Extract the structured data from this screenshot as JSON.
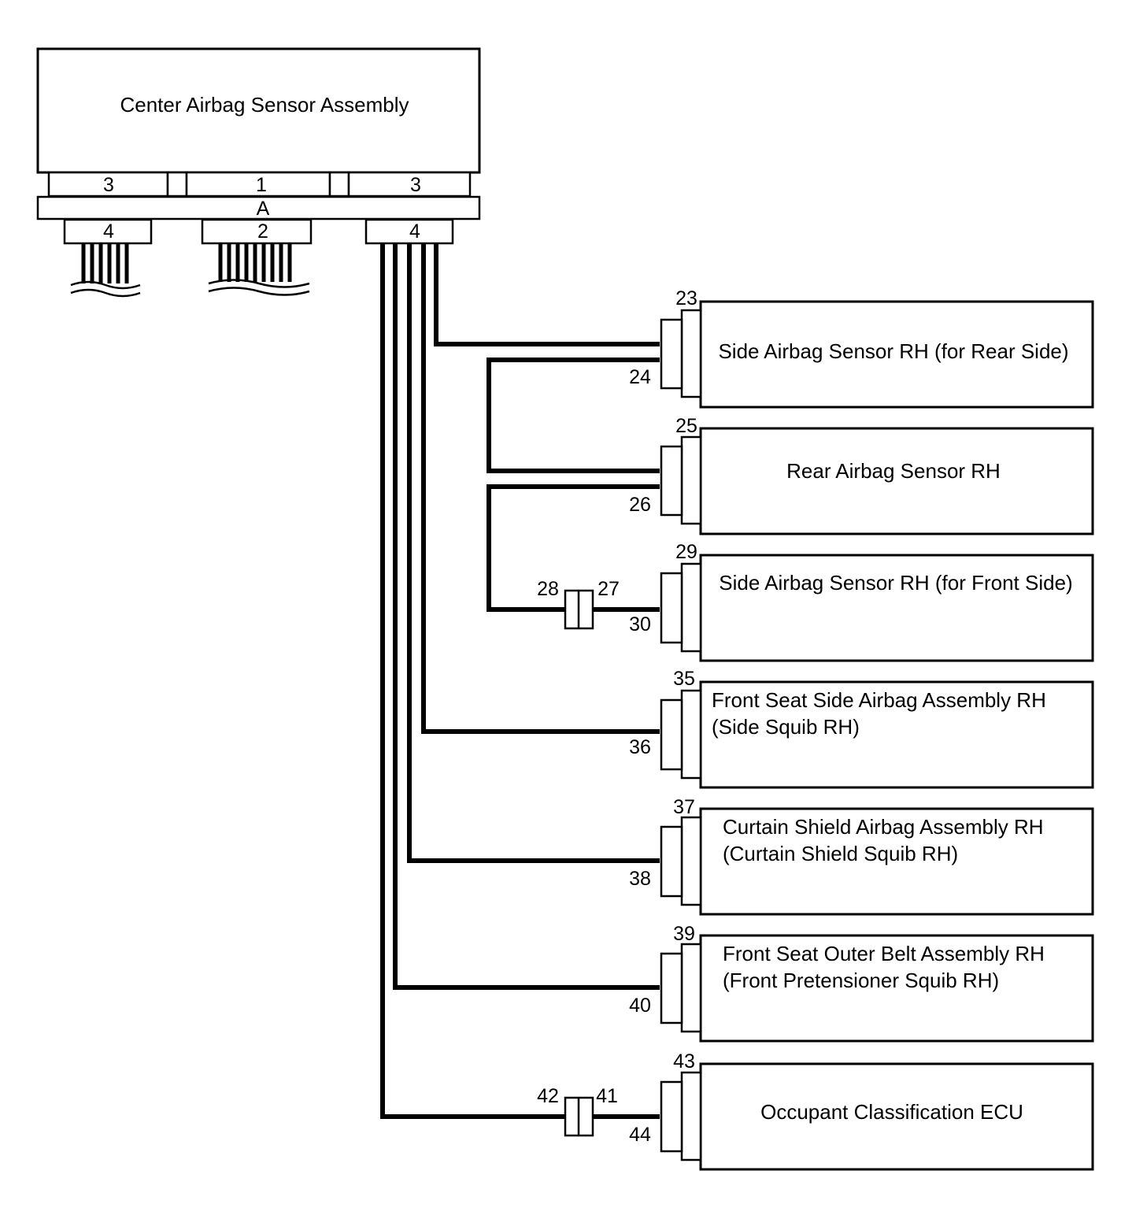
{
  "main_unit": {
    "title": "Center Airbag Sensor Assembly",
    "top_connectors": [
      "3",
      "1",
      "3"
    ],
    "bar_label": "A",
    "bottom_connectors": [
      "4",
      "2",
      "4"
    ]
  },
  "components": [
    {
      "id": "side-rear",
      "lines": [
        "Side Airbag Sensor RH (for Rear Side)"
      ],
      "pin_top": "23",
      "pin_bottom": "24"
    },
    {
      "id": "rear",
      "lines": [
        "Rear Airbag Sensor RH"
      ],
      "pin_top": "25",
      "pin_bottom": "26"
    },
    {
      "id": "side-front",
      "lines": [
        "Side Airbag Sensor RH (for Front Side)"
      ],
      "pin_top": "29",
      "pin_bottom": "30"
    },
    {
      "id": "front-seat-side",
      "lines": [
        "Front Seat Side Airbag Assembly RH",
        "(Side Squib RH)"
      ],
      "pin_top": "35",
      "pin_bottom": "36"
    },
    {
      "id": "curtain",
      "lines": [
        "Curtain Shield Airbag Assembly RH",
        "(Curtain Shield Squib RH)"
      ],
      "pin_top": "37",
      "pin_bottom": "38"
    },
    {
      "id": "belt",
      "lines": [
        "Front Seat Outer Belt Assembly RH",
        "(Front Pretensioner Squib RH)"
      ],
      "pin_top": "39",
      "pin_bottom": "40"
    },
    {
      "id": "occupant",
      "lines": [
        "Occupant Classification ECU"
      ],
      "pin_top": "43",
      "pin_bottom": "44"
    }
  ],
  "junctions": [
    {
      "id": "j1",
      "left": "28",
      "right": "27"
    },
    {
      "id": "j2",
      "left": "42",
      "right": "41"
    }
  ]
}
